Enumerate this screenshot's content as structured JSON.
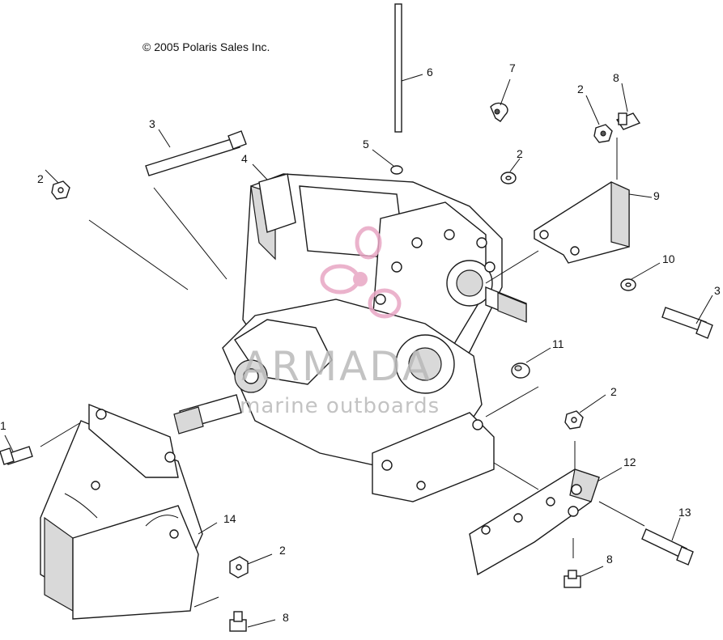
{
  "copyright": "© 2005 Polaris Sales Inc.",
  "watermark": {
    "brand": "ARMADA",
    "tagline": "marine outboards",
    "logo_color": "#e8a6c4",
    "text_color": "#b9b9b9"
  },
  "callouts": [
    {
      "id": "c1",
      "label": "1"
    },
    {
      "id": "c2a",
      "label": "2"
    },
    {
      "id": "c2b",
      "label": "2"
    },
    {
      "id": "c2c",
      "label": "2"
    },
    {
      "id": "c2d",
      "label": "2"
    },
    {
      "id": "c2e",
      "label": "2"
    },
    {
      "id": "c3a",
      "label": "3"
    },
    {
      "id": "c3b",
      "label": "3"
    },
    {
      "id": "c4",
      "label": "4"
    },
    {
      "id": "c5",
      "label": "5"
    },
    {
      "id": "c6",
      "label": "6"
    },
    {
      "id": "c7",
      "label": "7"
    },
    {
      "id": "c8a",
      "label": "8"
    },
    {
      "id": "c8b",
      "label": "8"
    },
    {
      "id": "c8c",
      "label": "8"
    },
    {
      "id": "c9",
      "label": "9"
    },
    {
      "id": "c10",
      "label": "10"
    },
    {
      "id": "c11",
      "label": "11"
    },
    {
      "id": "c12",
      "label": "12"
    },
    {
      "id": "c13",
      "label": "13"
    },
    {
      "id": "c14",
      "label": "14"
    }
  ]
}
